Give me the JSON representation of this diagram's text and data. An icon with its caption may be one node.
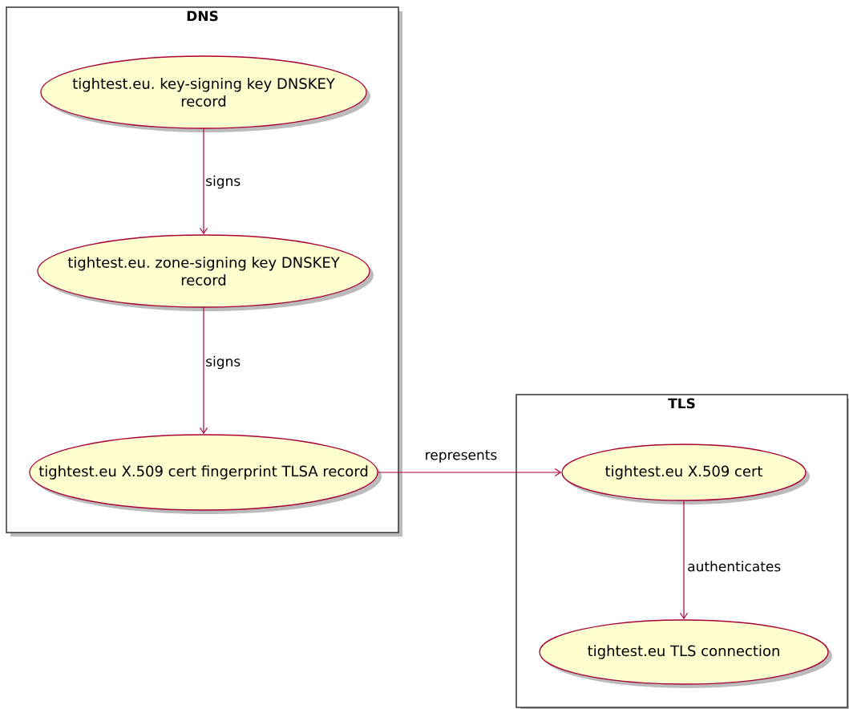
{
  "diagram": {
    "nodes": [
      {
        "text": [
          "DNS"
        ]
      },
      {
        "text": [
          "tightest.eu. key-signing key DNSKEY record"
        ],
        "in": 0
      },
      {
        "text": [
          "tightest.eu. zone-signing key DNSKEY record"
        ],
        "in": 0
      },
      {
        "text": [
          "tightest.eu X.509 cert fingerprint TLSA record"
        ],
        "in": 0
      },
      {
        "text": [
          "TLS"
        ]
      },
      {
        "text": [
          "tightest.eu X.509 cert"
        ],
        "in": 4
      },
      {
        "text": [
          "tightest.eu TLS connection"
        ],
        "in": 4
      }
    ],
    "edges": [
      {
        "from": 1,
        "to": 2,
        "arrow": "to",
        "label": "signs"
      },
      {
        "from": 2,
        "to": 3,
        "arrow": "to",
        "label": "signs"
      },
      {
        "from": 3,
        "to": 5,
        "arrow": "to",
        "label": "represents"
      },
      {
        "from": 5,
        "to": 6,
        "arrow": "to",
        "label": "authenticates"
      }
    ]
  }
}
